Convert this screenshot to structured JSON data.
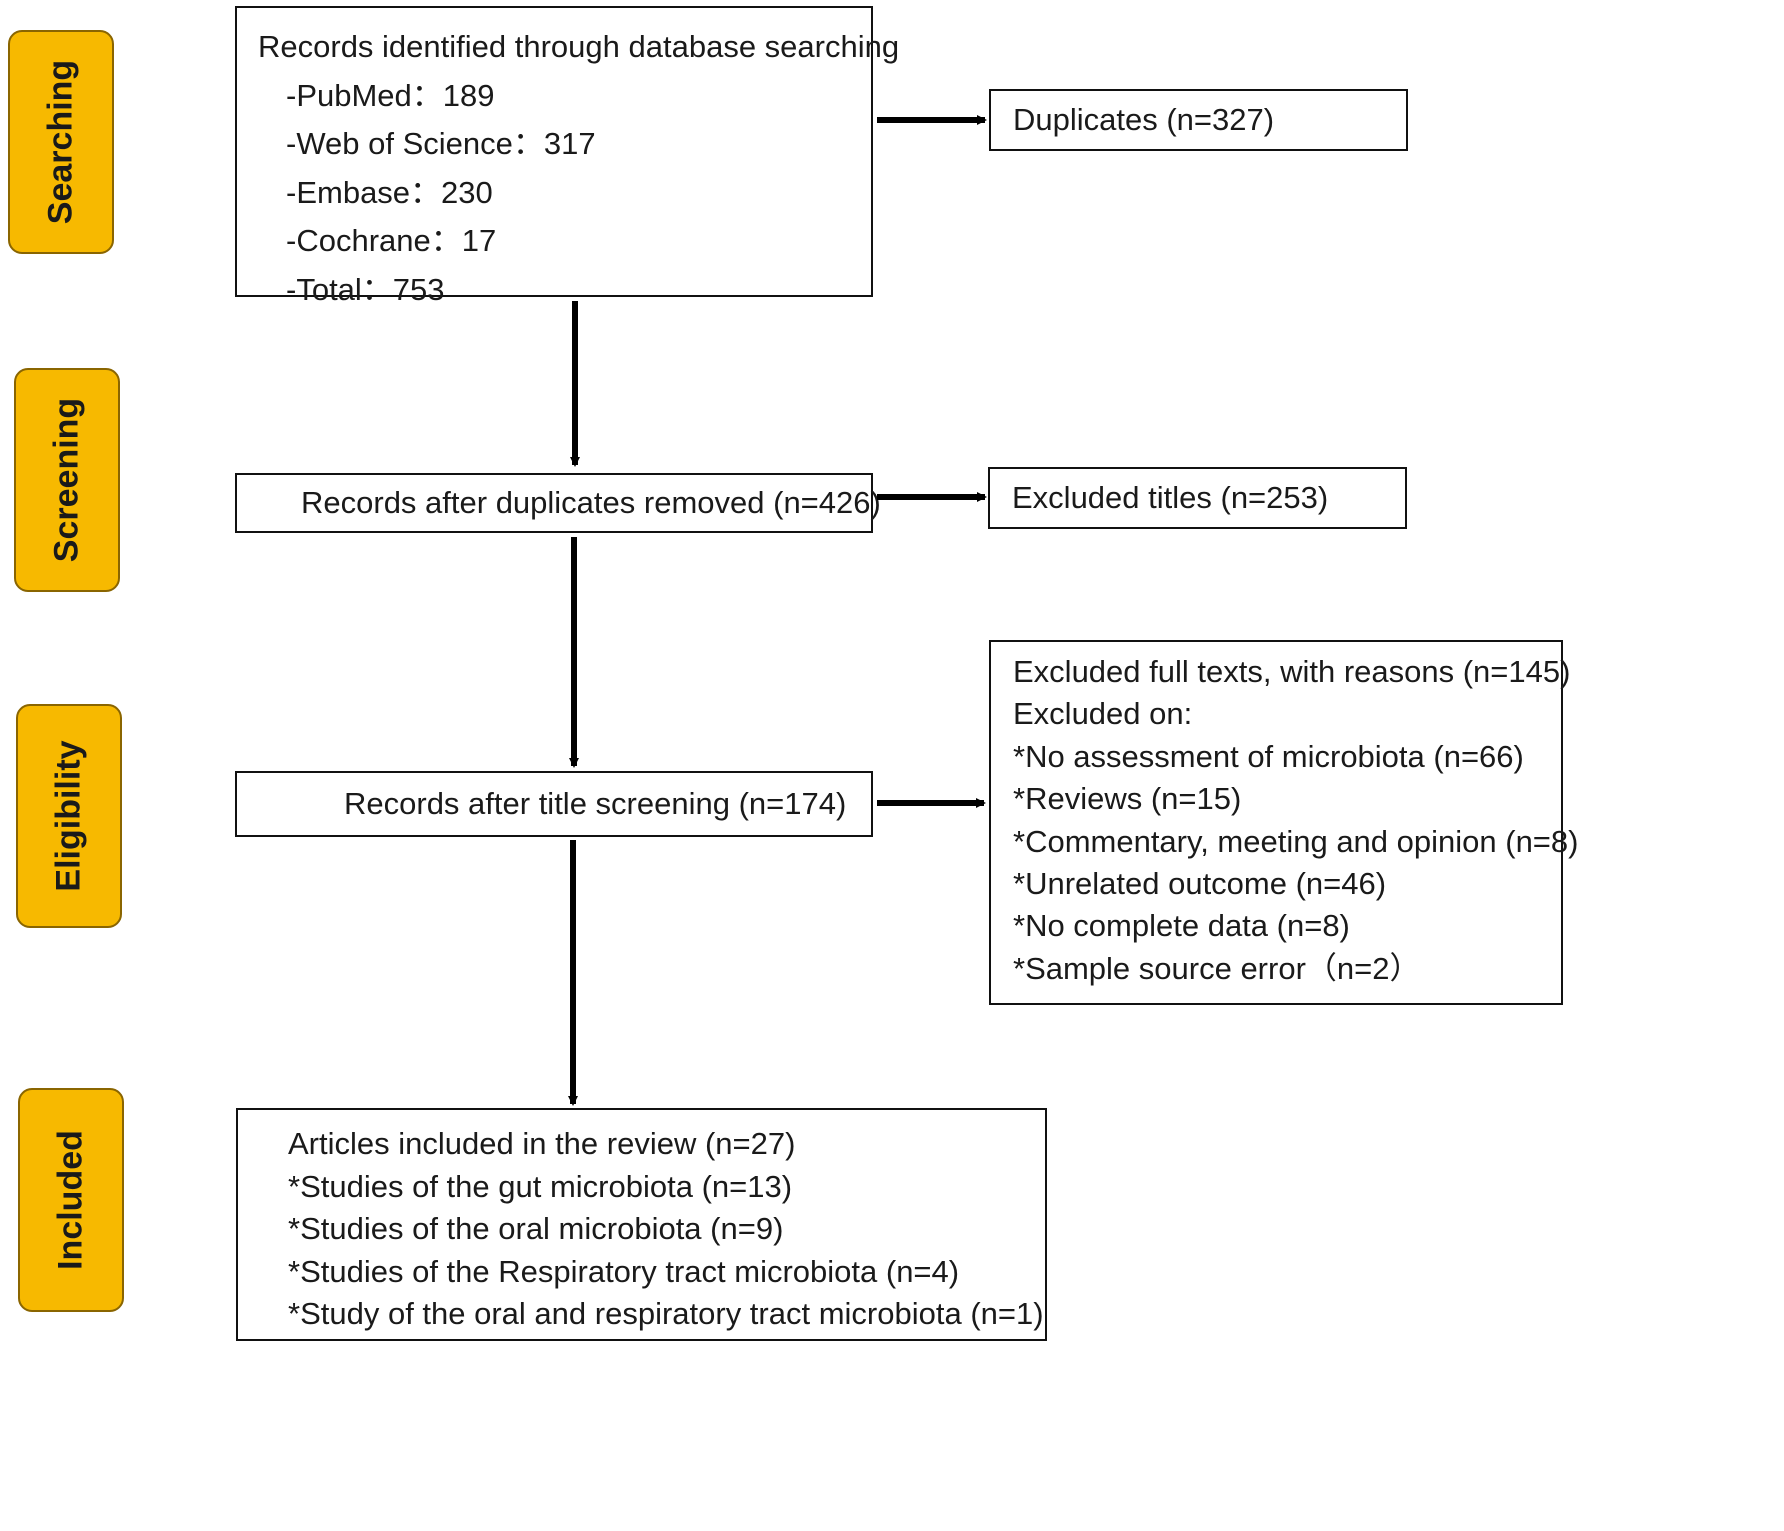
{
  "stages": {
    "searching": "Searching",
    "screening": "Screening",
    "eligibility": "Eligibility",
    "included": "Included"
  },
  "identification": {
    "title": "Records identified through database searching",
    "sources": [
      "-PubMed：189",
      "-Web of Science：317",
      "-Embase：230",
      "-Cochrane：17",
      "-Total：753"
    ]
  },
  "duplicates": "Duplicates (n=327)",
  "after_duplicates": "Records after duplicates removed (n=426)",
  "excluded_titles": "Excluded titles (n=253)",
  "after_title_screening": "Records after title screening (n=174)",
  "excluded_full_texts": {
    "title": "Excluded full texts, with reasons (n=145)",
    "subtitle": "Excluded on:",
    "reasons": [
      "*No assessment of microbiota (n=66)",
      "*Reviews (n=15)",
      "*Commentary, meeting and opinion (n=8)",
      "*Unrelated outcome (n=46)",
      "*No complete data (n=8)",
      "*Sample source error（n=2）"
    ]
  },
  "included": {
    "title": "Articles included in the review (n=27)",
    "items": [
      "*Studies of the gut microbiota (n=13)",
      "*Studies of the oral microbiota (n=9)",
      "*Studies of the Respiratory tract microbiota (n=4)",
      "*Study of the oral and respiratory tract microbiota (n=1)"
    ]
  },
  "colors": {
    "stage_fill": "#f7b900",
    "stage_border": "#8a6500",
    "box_border": "#111111",
    "arrow": "#000000"
  }
}
